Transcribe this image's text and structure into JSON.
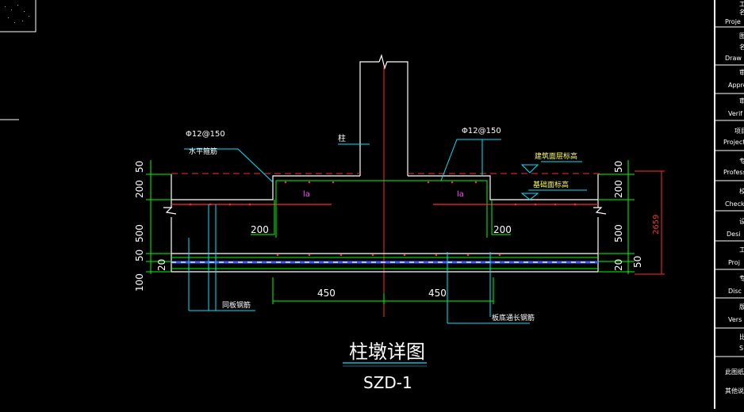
{
  "colors": {
    "background": "#000000",
    "white": "#ffffff",
    "red": "#ff2a2a",
    "cyan": "#00e5ff",
    "green": "#00ff00",
    "magenta": "#ff44ff",
    "yellow": "#ffff55",
    "blue": "#3b5bff"
  },
  "labels": {
    "rebar_left": "Φ12@150",
    "rebar_left_desc": "水平箍筋",
    "rebar_right": "Φ12@150",
    "column": "柱",
    "elev_finish": "建筑面层标高",
    "elev_base": "基础面标高",
    "la_left": "la",
    "la_right": "la",
    "dim_200_left": "200",
    "dim_200_right": "200",
    "dim_450_left": "450",
    "dim_450_right": "450",
    "slab_rebar": "同板钢筋",
    "slab_bottom_rebar": "板底通长钢筋",
    "drawing_title": "柱墩详图",
    "drawing_code": "SZD-1"
  },
  "left_dims": {
    "d50": "50",
    "d200": "200",
    "d500": "500",
    "d50b": "50",
    "d20": "20",
    "d100": "100"
  },
  "right_dims": {
    "d50": "50",
    "d200": "200",
    "d500": "500",
    "d20": "20",
    "d50b": "50",
    "total": "2659"
  },
  "title_block": {
    "rows": [
      "工",
      "名",
      "Proje",
      "图",
      "名",
      "Draw",
      "审",
      "Appro",
      "审",
      "Verif",
      "项目",
      "Project",
      "专",
      "Profess",
      "校",
      "Check",
      "设",
      "Desi",
      "工",
      "Proj",
      "专",
      "Disc",
      "版",
      "Vers",
      "比",
      "S",
      "此图纸",
      "其他说"
    ]
  }
}
